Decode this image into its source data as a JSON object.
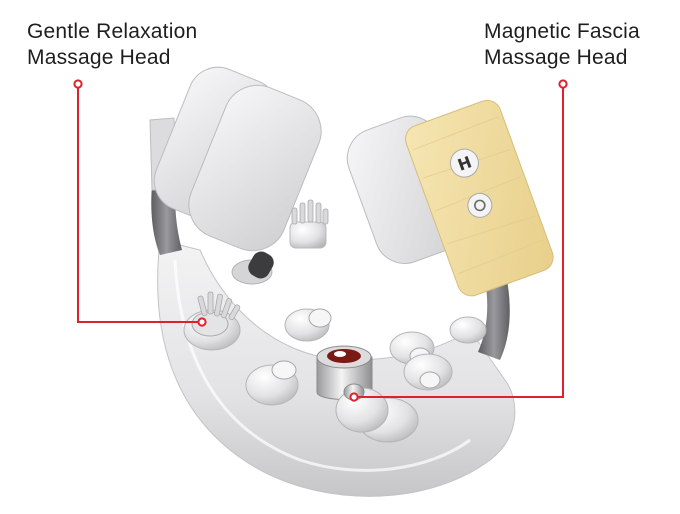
{
  "callouts": {
    "left": {
      "line1": "Gentle Relaxation",
      "line2": "Massage Head"
    },
    "right": {
      "line1": "Magnetic Fascia",
      "line2": "Massage Head"
    }
  },
  "colors": {
    "leader_line": "#e0202a",
    "body": "#e9e9ea",
    "body_shadow": "#c9c9cb",
    "band_dark": "#6f6f73",
    "wood_panel": "#f1dfa6",
    "copper": "#7a1a14"
  }
}
